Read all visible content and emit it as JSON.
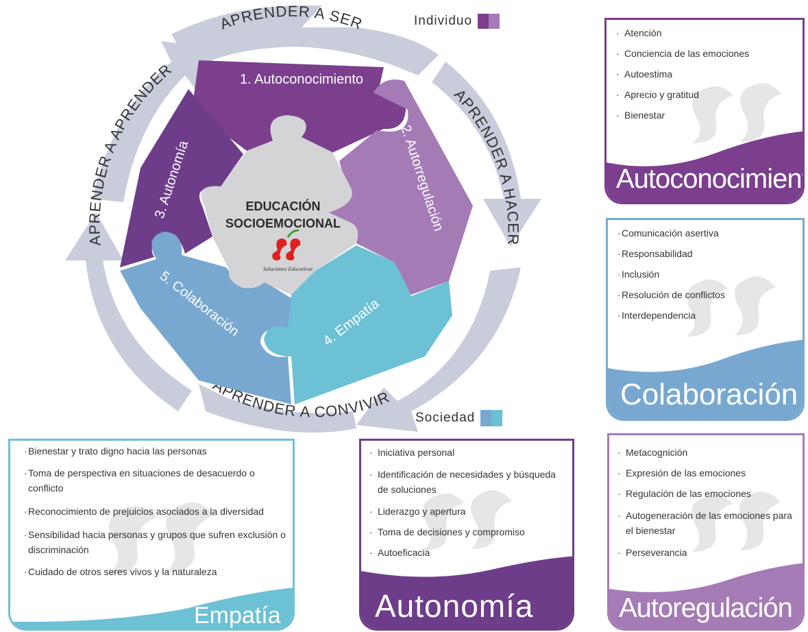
{
  "colors": {
    "autoconocimiento": "#7b3f8e",
    "autoregulacion": "#a57bb6",
    "autonomia": "#6d3d8a",
    "empatia": "#6cc1d5",
    "colaboracion": "#78a8d0",
    "center": "#d4d4d6",
    "ring": "#c5c8d8"
  },
  "diagram": {
    "ring_labels": {
      "ser": "APRENDER A SER",
      "hacer": "APRENDER A HACER",
      "convivir": "APRENDER A CONVIVIR",
      "aprender": "APRENDER A APRENDER"
    },
    "pieces": {
      "autoconocimiento": "1. Autoconocimiento",
      "autorregulacion": "2. Autorregulación",
      "autonomia": "3. Autonomía",
      "empatia": "4. Empatía",
      "colaboracion": "5. Colaboración"
    },
    "center": {
      "line1": "EDUCACIÓN",
      "line2": "SOCIOEMOCIONAL",
      "logo_text": "Soluciones Educativas"
    },
    "legend": {
      "individuo": "Individuo",
      "sociedad": "Sociedad"
    }
  },
  "cards": {
    "autoconocimiento": {
      "title": "Autoconocimiento",
      "items": [
        "Atención",
        "Conciencia de las emociones",
        "Autoestima",
        "Aprecio y gratitud",
        "Bienestar"
      ]
    },
    "colaboracion": {
      "title": "Colaboración",
      "items": [
        "Comunicación asertiva",
        "Responsabilidad",
        "Inclusión",
        "Resolución de conflictos",
        "Interdependencia"
      ]
    },
    "empatia": {
      "title": "Empatía",
      "items": [
        "Bienestar y trato digno hacia las personas",
        "Toma de perspectiva en situaciones de desacuerdo o conflicto",
        "Reconocimiento de prejuicios asociados a la diversidad",
        "Sensibilidad hacia personas y grupos que sufren exclusión o discriminación",
        "Cuidado de otros seres vivos y la naturaleza"
      ]
    },
    "autonomia": {
      "title": "Autonomía",
      "items": [
        "Iniciativa personal",
        "Identificación de necesidades  y búsqueda de soluciones",
        "Liderazgo y apertura",
        "Toma de decisiones y compromiso",
        "Autoeficacia"
      ]
    },
    "autoregulacion": {
      "title": "Autoregulación",
      "items": [
        "Metacognición",
        "Expresión de las emociones",
        "Regulación de las emociones",
        "Autogeneración de las emociones para el bienestar",
        "Perseverancia"
      ]
    }
  }
}
